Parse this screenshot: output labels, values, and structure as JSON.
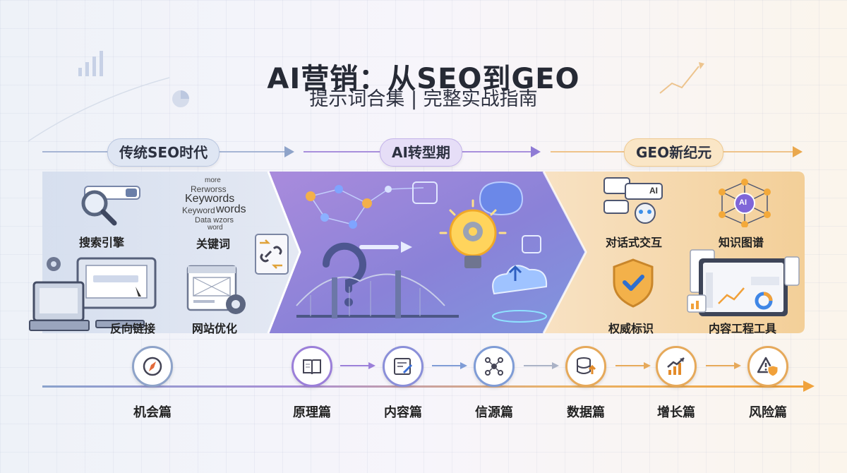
{
  "header": {
    "title": "AI营销：从SEO到GEO",
    "subtitle": "提示词合集 | 完整实战指南"
  },
  "eras": [
    {
      "label": "传统SEO时代",
      "color": "#8ea3c9"
    },
    {
      "label": "AI转型期",
      "color": "#9b7fd9"
    },
    {
      "label": "GEO新纪元",
      "color": "#eab064"
    }
  ],
  "seo_panel": {
    "items": [
      {
        "label": "搜索引擎",
        "icon": "magnifier-icon"
      },
      {
        "label": "关键词",
        "icon": "keyword-cloud-icon"
      },
      {
        "label": "反向链接",
        "icon": "computer-link-icon"
      },
      {
        "label": "网站优化",
        "icon": "webpage-gear-icon"
      }
    ],
    "keyword_cloud": [
      "more",
      "Rerworss",
      "Keywords",
      "Keyword",
      "words",
      "Data wzors",
      "word"
    ]
  },
  "geo_panel": {
    "items": [
      {
        "label": "对话式交互",
        "icon": "chat-bot-icon"
      },
      {
        "label": "知识图谱",
        "icon": "knowledge-graph-icon"
      },
      {
        "label": "权威标识",
        "icon": "shield-check-icon"
      },
      {
        "label": "内容工程工具",
        "icon": "dashboard-icon"
      }
    ],
    "chat_badge": "AI",
    "graph_badge": "AI"
  },
  "stages": [
    {
      "label": "机会篇",
      "icon": "compass-icon",
      "color": "#8ea3c9"
    },
    {
      "label": "原理篇",
      "icon": "book-icon",
      "color": "#9b7fd9"
    },
    {
      "label": "内容篇",
      "icon": "document-edit-icon",
      "color": "#8a8fd9"
    },
    {
      "label": "信源篇",
      "icon": "network-people-icon",
      "color": "#7f9cd6"
    },
    {
      "label": "数据篇",
      "icon": "database-icon",
      "color": "#e6a95a"
    },
    {
      "label": "增长篇",
      "icon": "growth-chart-icon",
      "color": "#e6a95a"
    },
    {
      "label": "风险篇",
      "icon": "warning-shield-icon",
      "color": "#e6a95a"
    }
  ]
}
